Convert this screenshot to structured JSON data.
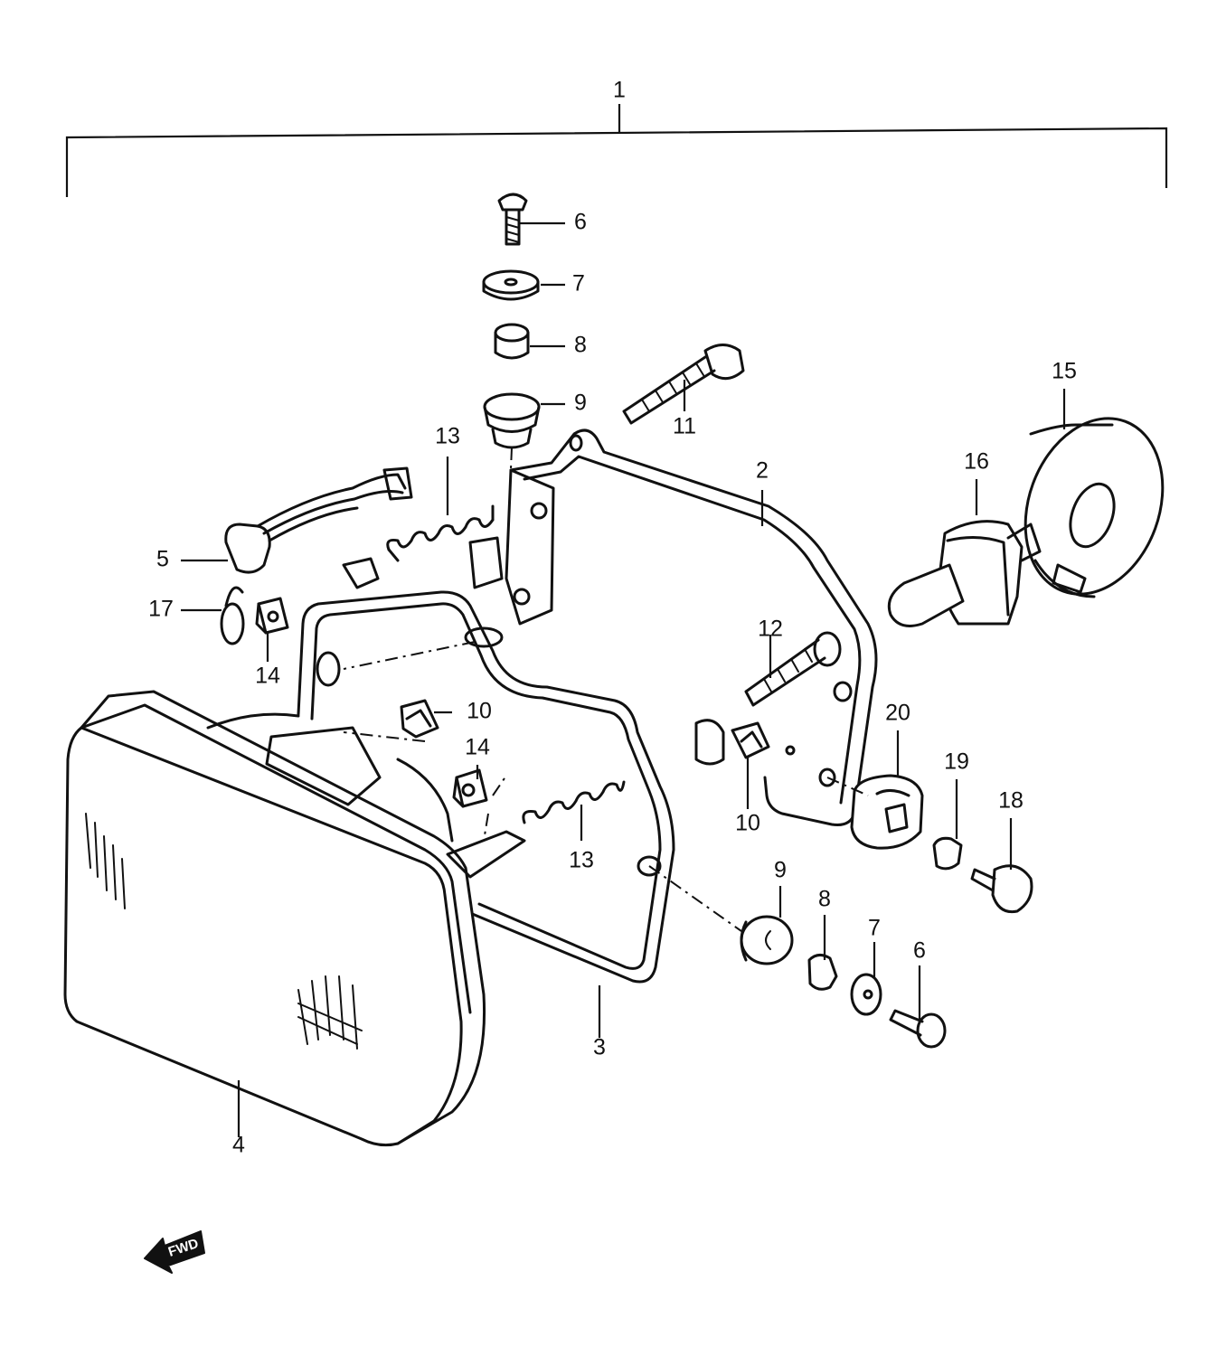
{
  "callouts": [
    {
      "key": "c1",
      "label": "1"
    },
    {
      "key": "c2",
      "label": "2"
    },
    {
      "key": "c3",
      "label": "3"
    },
    {
      "key": "c4",
      "label": "4"
    },
    {
      "key": "c5",
      "label": "5"
    },
    {
      "key": "c6a",
      "label": "6"
    },
    {
      "key": "c6b",
      "label": "6"
    },
    {
      "key": "c7a",
      "label": "7"
    },
    {
      "key": "c7b",
      "label": "7"
    },
    {
      "key": "c8a",
      "label": "8"
    },
    {
      "key": "c8b",
      "label": "8"
    },
    {
      "key": "c9a",
      "label": "9"
    },
    {
      "key": "c9b",
      "label": "9"
    },
    {
      "key": "c10a",
      "label": "10"
    },
    {
      "key": "c10b",
      "label": "10"
    },
    {
      "key": "c11",
      "label": "11"
    },
    {
      "key": "c12",
      "label": "12"
    },
    {
      "key": "c13a",
      "label": "13"
    },
    {
      "key": "c13b",
      "label": "13"
    },
    {
      "key": "c14a",
      "label": "14"
    },
    {
      "key": "c14b",
      "label": "14"
    },
    {
      "key": "c15",
      "label": "15"
    },
    {
      "key": "c16",
      "label": "16"
    },
    {
      "key": "c17",
      "label": "17"
    },
    {
      "key": "c18",
      "label": "18"
    },
    {
      "key": "c19",
      "label": "19"
    },
    {
      "key": "c20",
      "label": "20"
    }
  ],
  "forward_arrow": {
    "label": "FWD",
    "icon": "forward-arrow-icon"
  }
}
